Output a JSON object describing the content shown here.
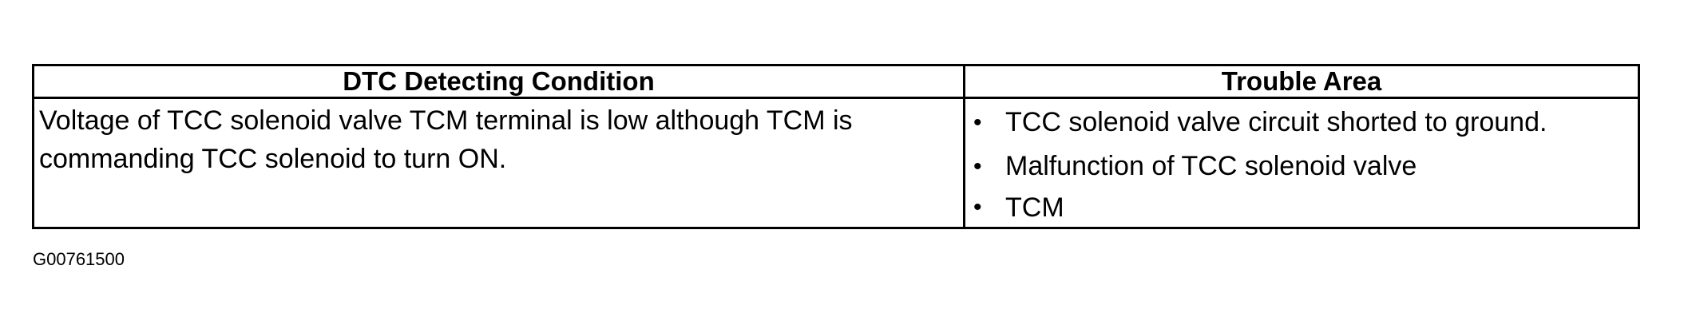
{
  "table": {
    "headers": {
      "condition": "DTC Detecting Condition",
      "area": "Trouble Area"
    },
    "condition_text": "Voltage of TCC solenoid valve TCM terminal is low although TCM is commanding TCC solenoid to turn ON.",
    "bullet_glyph": "•",
    "trouble_areas": [
      "TCC solenoid valve circuit shorted to ground.",
      "Malfunction of TCC solenoid valve",
      "TCM"
    ]
  },
  "figure_code": "G00761500"
}
